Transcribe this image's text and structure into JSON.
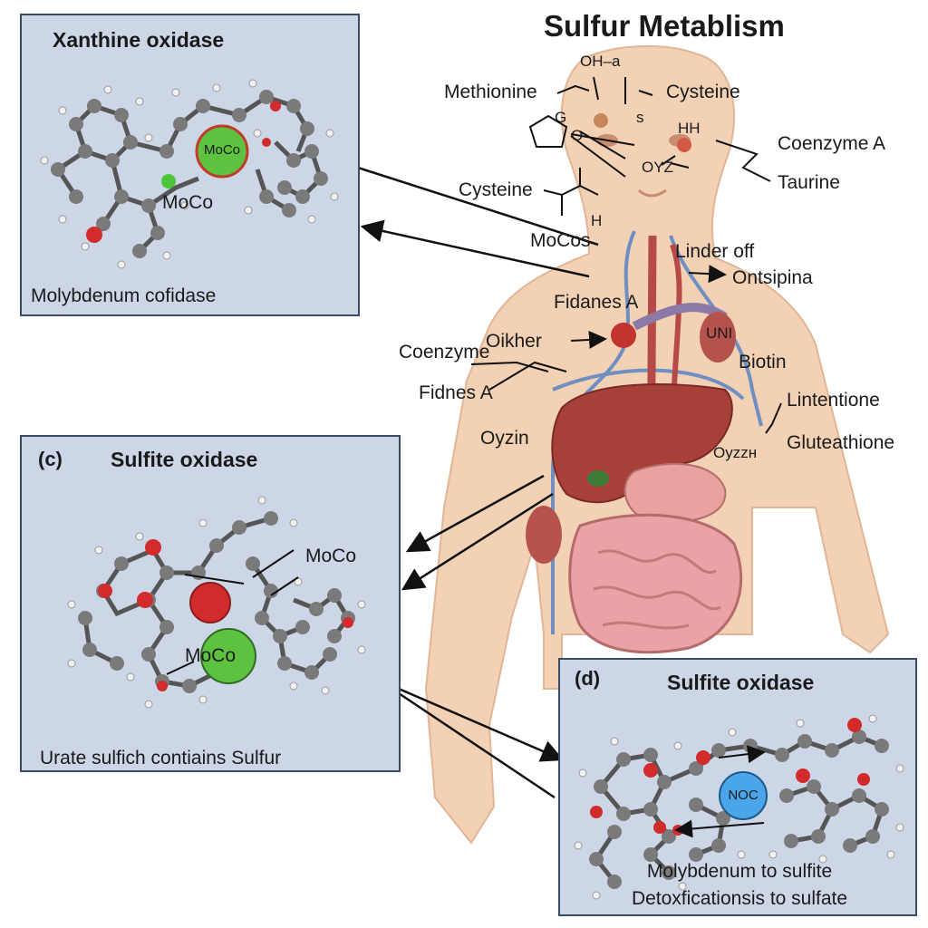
{
  "title": "Sulfur Metablism",
  "panels": {
    "a": {
      "title": "Xanthine oxidase",
      "core_label": "MoCo",
      "side_label": "MoCo",
      "caption": "Molybdenum cofidase"
    },
    "c": {
      "panel_label": "(c)",
      "title": "Sulfite oxidase",
      "arrow_label": "MoCo",
      "core_label": "MoCo",
      "caption": "Urate sulfich contiains Sulfur"
    },
    "d": {
      "panel_label": "(d)",
      "title": "Sulfite oxidase",
      "core_label": "NOC",
      "caption_line1": "Molybdenum to sulfite",
      "caption_line2": "Detoxficationsis to sulfate"
    }
  },
  "labels": {
    "methionine": "Methionine",
    "cysteine_top": "Cysteine",
    "cysteine_mid": "Cysteine",
    "coenzyme_a_right": "Coenzyme A",
    "taurine": "Taurine",
    "mocos": "MoCos",
    "linder_off": "Linder off",
    "ontsipina": "Ontsipina",
    "fidanes_a": "Fidanes A",
    "coenzyme_left": "Coenzyme",
    "oikher": "Oikher",
    "uni": "UNI",
    "biotin": "Biotin",
    "fidnes_a": "Fidnes A",
    "lintentione": "Lintentione",
    "oyzin": "Oyzin",
    "oyzzh": "Oyzzн",
    "gluteathione": "Gluteathione",
    "oh_a": "OH–a",
    "s": "s",
    "g": "G",
    "o": "O",
    "hh": "HH",
    "oyz": "OYZ",
    "h": "H"
  },
  "colors": {
    "panel_bg": "#ccd6e6",
    "panel_border": "#3b4b63",
    "skin": "#f2d1b4",
    "liver": "#a8403a",
    "intestine": "#e9a3a6",
    "vessel_blue": "#6f8fc2",
    "vessel_red": "#b64a47",
    "moco_green": "#5cc23f",
    "noc_blue": "#4aa6e8",
    "oxygen_red": "#d22b2b",
    "carbon_gray": "#6d6d6d"
  }
}
